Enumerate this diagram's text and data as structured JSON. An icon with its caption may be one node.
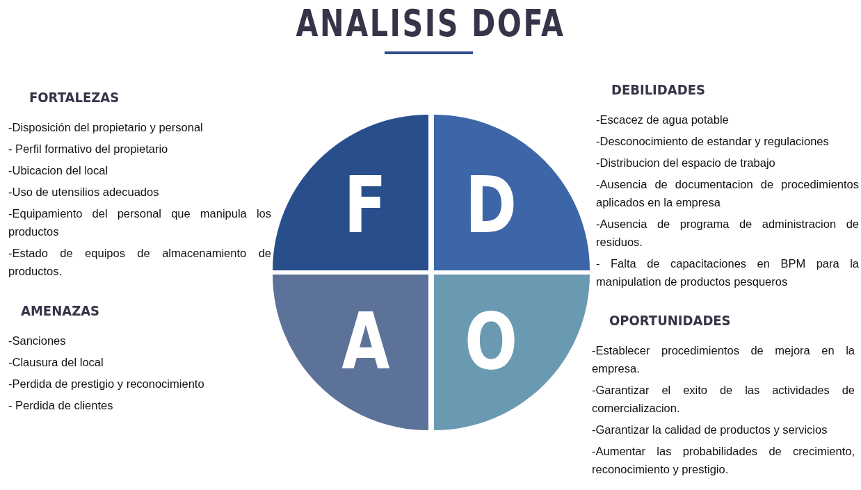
{
  "diagram": {
    "title": "ANALISIS DOFA",
    "nodes": [
      {
        "text": [
          "F"
        ]
      },
      {
        "text": [
          "D"
        ]
      },
      {
        "text": [
          "A"
        ]
      },
      {
        "text": [
          "O"
        ]
      }
    ],
    "labels": [
      "FORTALEZAS",
      "-Disposición del propietario y personal",
      "- Perfil formativo del propietario",
      "-Ubicacion del local",
      "-Uso de utensilios adecuados",
      "-Equipamiento del personal que manipula los productos",
      "-Estado de equipos de almacenamiento de productos.",
      "DEBILIDADES",
      "-Escacez de agua potable",
      "-Desconocimiento de estandar y regulaciones",
      "-Distribucion del espacio de trabajo",
      "-Ausencia de documentacion de procedimientos aplicados en la empresa",
      "-Ausencia de programa de administracion de residuos.",
      "- Falta de capacitaciones en BPM para la manipulation de productos pesqueros",
      "AMENAZAS",
      "-Sanciones",
      "-Clausura del local",
      "-Perdida de prestigio y reconocimiento",
      "- Perdida de clientes",
      "OPORTUNIDADES",
      "-Establecer procedimientos de mejora en la empresa.",
      "-Garantizar el exito de las actividades de comercializacion.",
      "-Garantizar la calidad de productos y servicios",
      "-Aumentar las probabilidades de crecimiento, reconocimiento y prestigio."
    ]
  }
}
